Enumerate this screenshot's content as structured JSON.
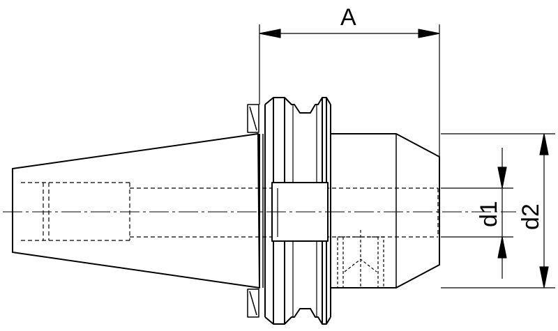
{
  "dimensions": {
    "a": "A",
    "d1": "d1",
    "d2": "d2"
  }
}
